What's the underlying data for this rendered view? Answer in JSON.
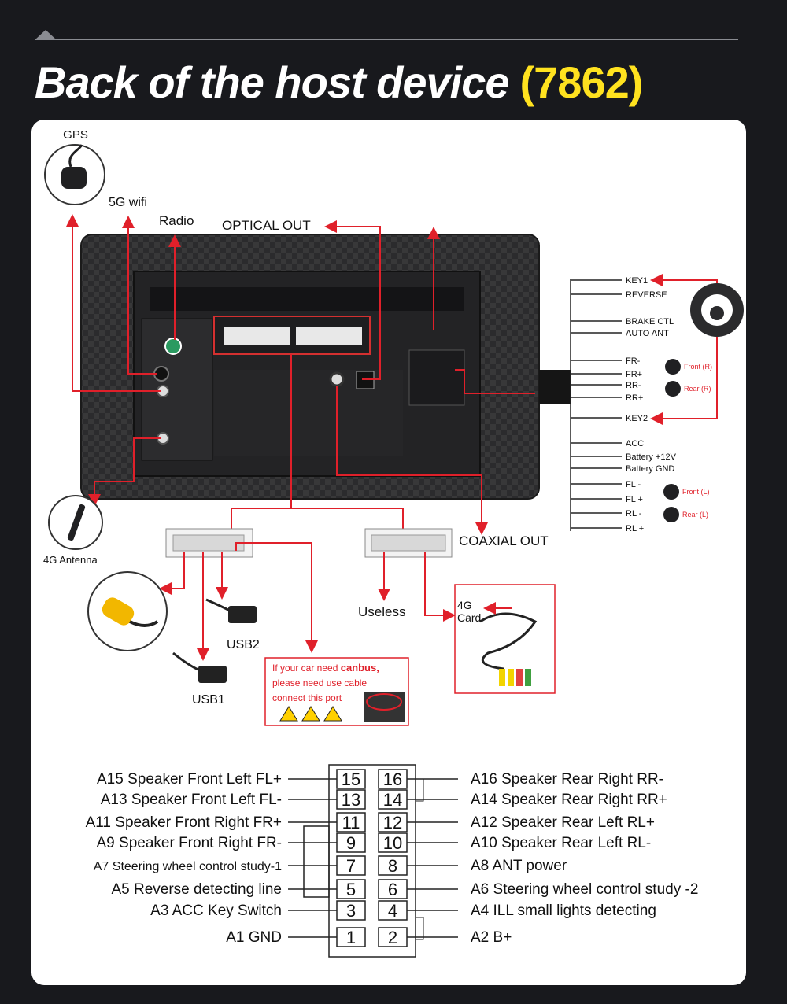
{
  "header": {
    "title": "Back of the host device",
    "model": "(7862)"
  },
  "colors": {
    "accent": "#ffe21f",
    "wire": "#e0202a",
    "background": "#18191d"
  },
  "top_labels": {
    "gps": "GPS",
    "wifi": "5G wifi",
    "radio": "Radio",
    "optical": "OPTICAL OUT",
    "antenna4g": "4G Antenna",
    "coaxial": "COAXIAL OUT",
    "useless": "Useless",
    "card4g_line1": "4G",
    "card4g_line2": "Card",
    "usb1": "USB1",
    "usb2": "USB2"
  },
  "canbus_note": {
    "prefix": "If your car need ",
    "bold": "canbus,",
    "line2": "please need use cable",
    "line3": "connect this port"
  },
  "harness": {
    "wires": [
      "KEY1",
      "REVERSE",
      "BRAKE CTL",
      "AUTO ANT",
      "FR-",
      "FR+",
      "RR-",
      "RR+",
      "KEY2",
      "ACC",
      "Battery +12V",
      "Battery GND",
      "FL -",
      "FL +",
      "RL -",
      "RL +"
    ],
    "speakers": [
      "Front (R)",
      "Rear (R)",
      "Front (L)",
      "Rear (L)"
    ]
  },
  "pinout": {
    "left": [
      {
        "code": "A15",
        "desc": "Speaker Front Left FL+"
      },
      {
        "code": "A13",
        "desc": "Speaker Front Left FL-"
      },
      {
        "code": "A11",
        "desc": "Speaker Front Right FR+"
      },
      {
        "code": "A9",
        "desc": "Speaker Front Right FR-"
      },
      {
        "code": "A7",
        "desc": "Steering wheel control study-1"
      },
      {
        "code": "A5",
        "desc": "Reverse detecting line"
      },
      {
        "code": "A3",
        "desc": "ACC Key Switch"
      },
      {
        "code": "A1",
        "desc": "GND"
      }
    ],
    "right": [
      {
        "code": "A16",
        "desc": "Speaker Rear Right RR-"
      },
      {
        "code": "A14",
        "desc": "Speaker Rear Right RR+"
      },
      {
        "code": "A12",
        "desc": "Speaker Rear Left RL+"
      },
      {
        "code": "A10",
        "desc": "Speaker Rear Left RL-"
      },
      {
        "code": "A8",
        "desc": "ANT power"
      },
      {
        "code": "A6",
        "desc": "Steering wheel control study -2"
      },
      {
        "code": "A4",
        "desc": "ILL small lights detecting"
      },
      {
        "code": "A2",
        "desc": "B+"
      }
    ],
    "pins_left": [
      "15",
      "13",
      "11",
      "9",
      "7",
      "5",
      "3",
      "1"
    ],
    "pins_right": [
      "16",
      "14",
      "12",
      "10",
      "8",
      "6",
      "4",
      "2"
    ]
  }
}
